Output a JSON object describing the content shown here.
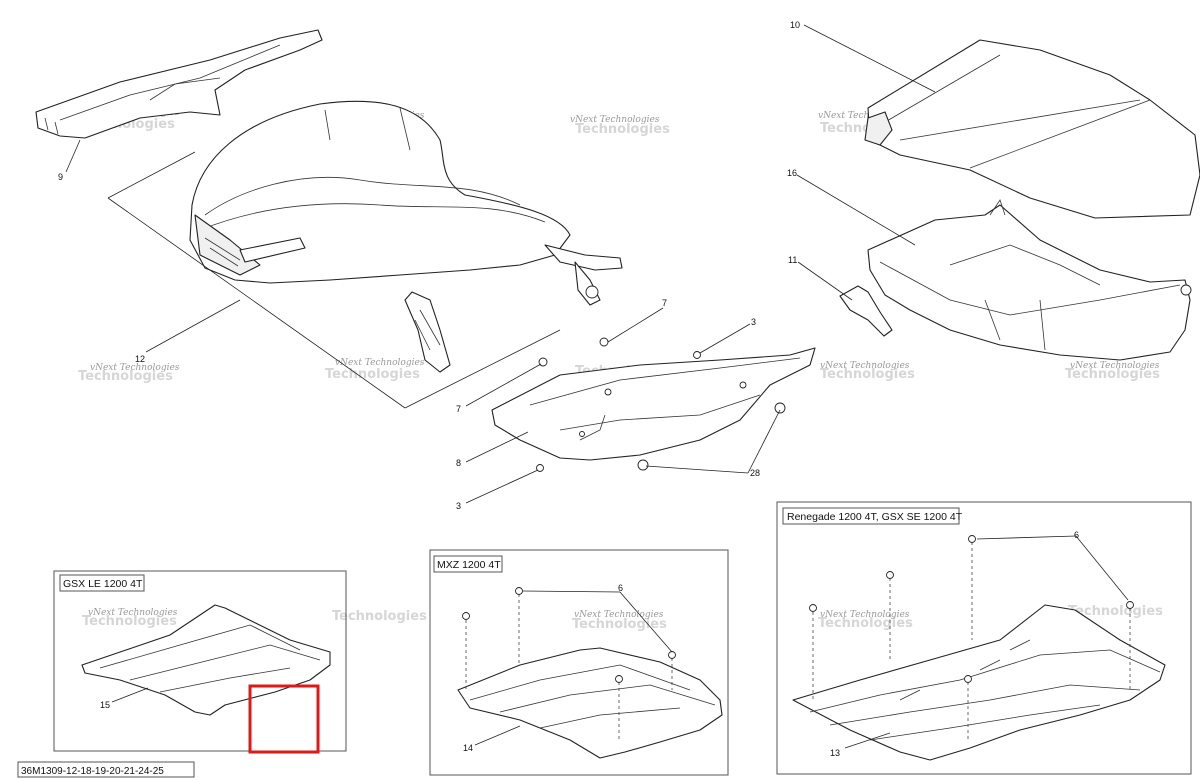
{
  "callouts": {
    "c9": "9",
    "c12": "12",
    "c10": "10",
    "c16": "16",
    "c11": "11",
    "c7a": "7",
    "c7b": "7",
    "c3a": "3",
    "c3b": "3",
    "c8": "8",
    "c28": "28",
    "c15": "15",
    "c14": "14",
    "c13": "13",
    "c6a": "6",
    "c6b": "6"
  },
  "boxes": {
    "gsx_le": "GSX LE 1200 4T",
    "mxz": "MXZ 1200 4T",
    "renegade": "Renegade 1200 4T, GSX SE 1200 4T"
  },
  "document_id": "36M1309-12-18-19-20-21-24-25",
  "watermark": {
    "line1": "vNext Technologies",
    "line2": "Technologies"
  },
  "colors": {
    "highlight": "#e01818",
    "line": "#222222"
  }
}
